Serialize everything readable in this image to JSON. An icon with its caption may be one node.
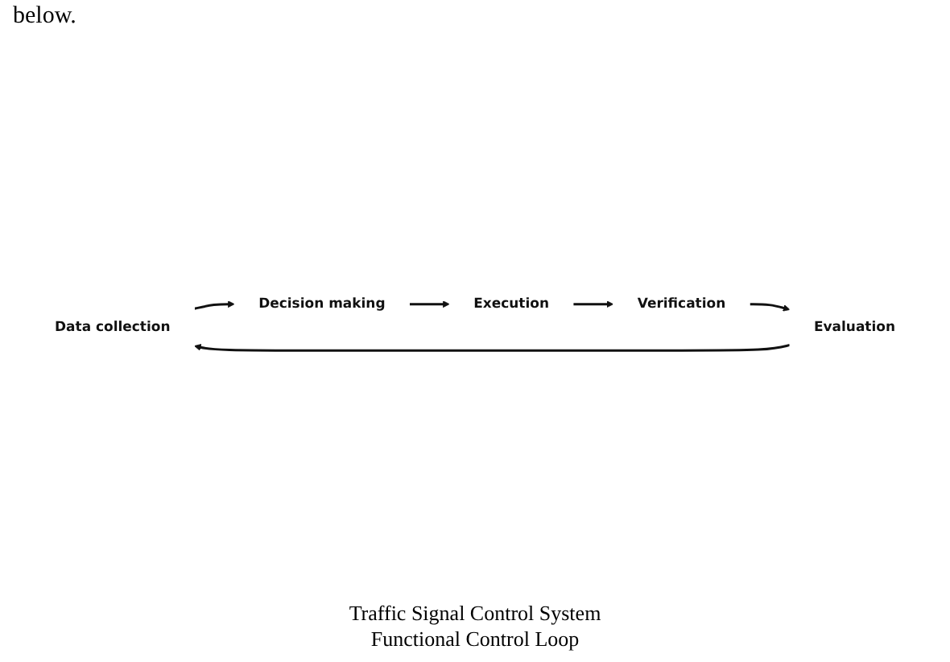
{
  "diagram": {
    "caption": "Traffic Signal Control System Functional Control Loop",
    "nodes": [
      {
        "text": [
          "Data collection"
        ]
      },
      {
        "text": [
          "Decision making"
        ]
      },
      {
        "text": [
          "Execution"
        ]
      },
      {
        "text": [
          "Verification"
        ]
      },
      {
        "text": [
          "Evaluation"
        ]
      }
    ],
    "edges": [
      {
        "from": 0,
        "to": 1,
        "arrow": "to"
      },
      {
        "from": 1,
        "to": 2,
        "arrow": "to"
      },
      {
        "from": 2,
        "to": 3,
        "arrow": "to"
      },
      {
        "from": 3,
        "to": 4,
        "arrow": "to"
      },
      {
        "from": 4,
        "to": 0,
        "arrow": "to"
      }
    ],
    "labels": [
      "below."
    ]
  }
}
